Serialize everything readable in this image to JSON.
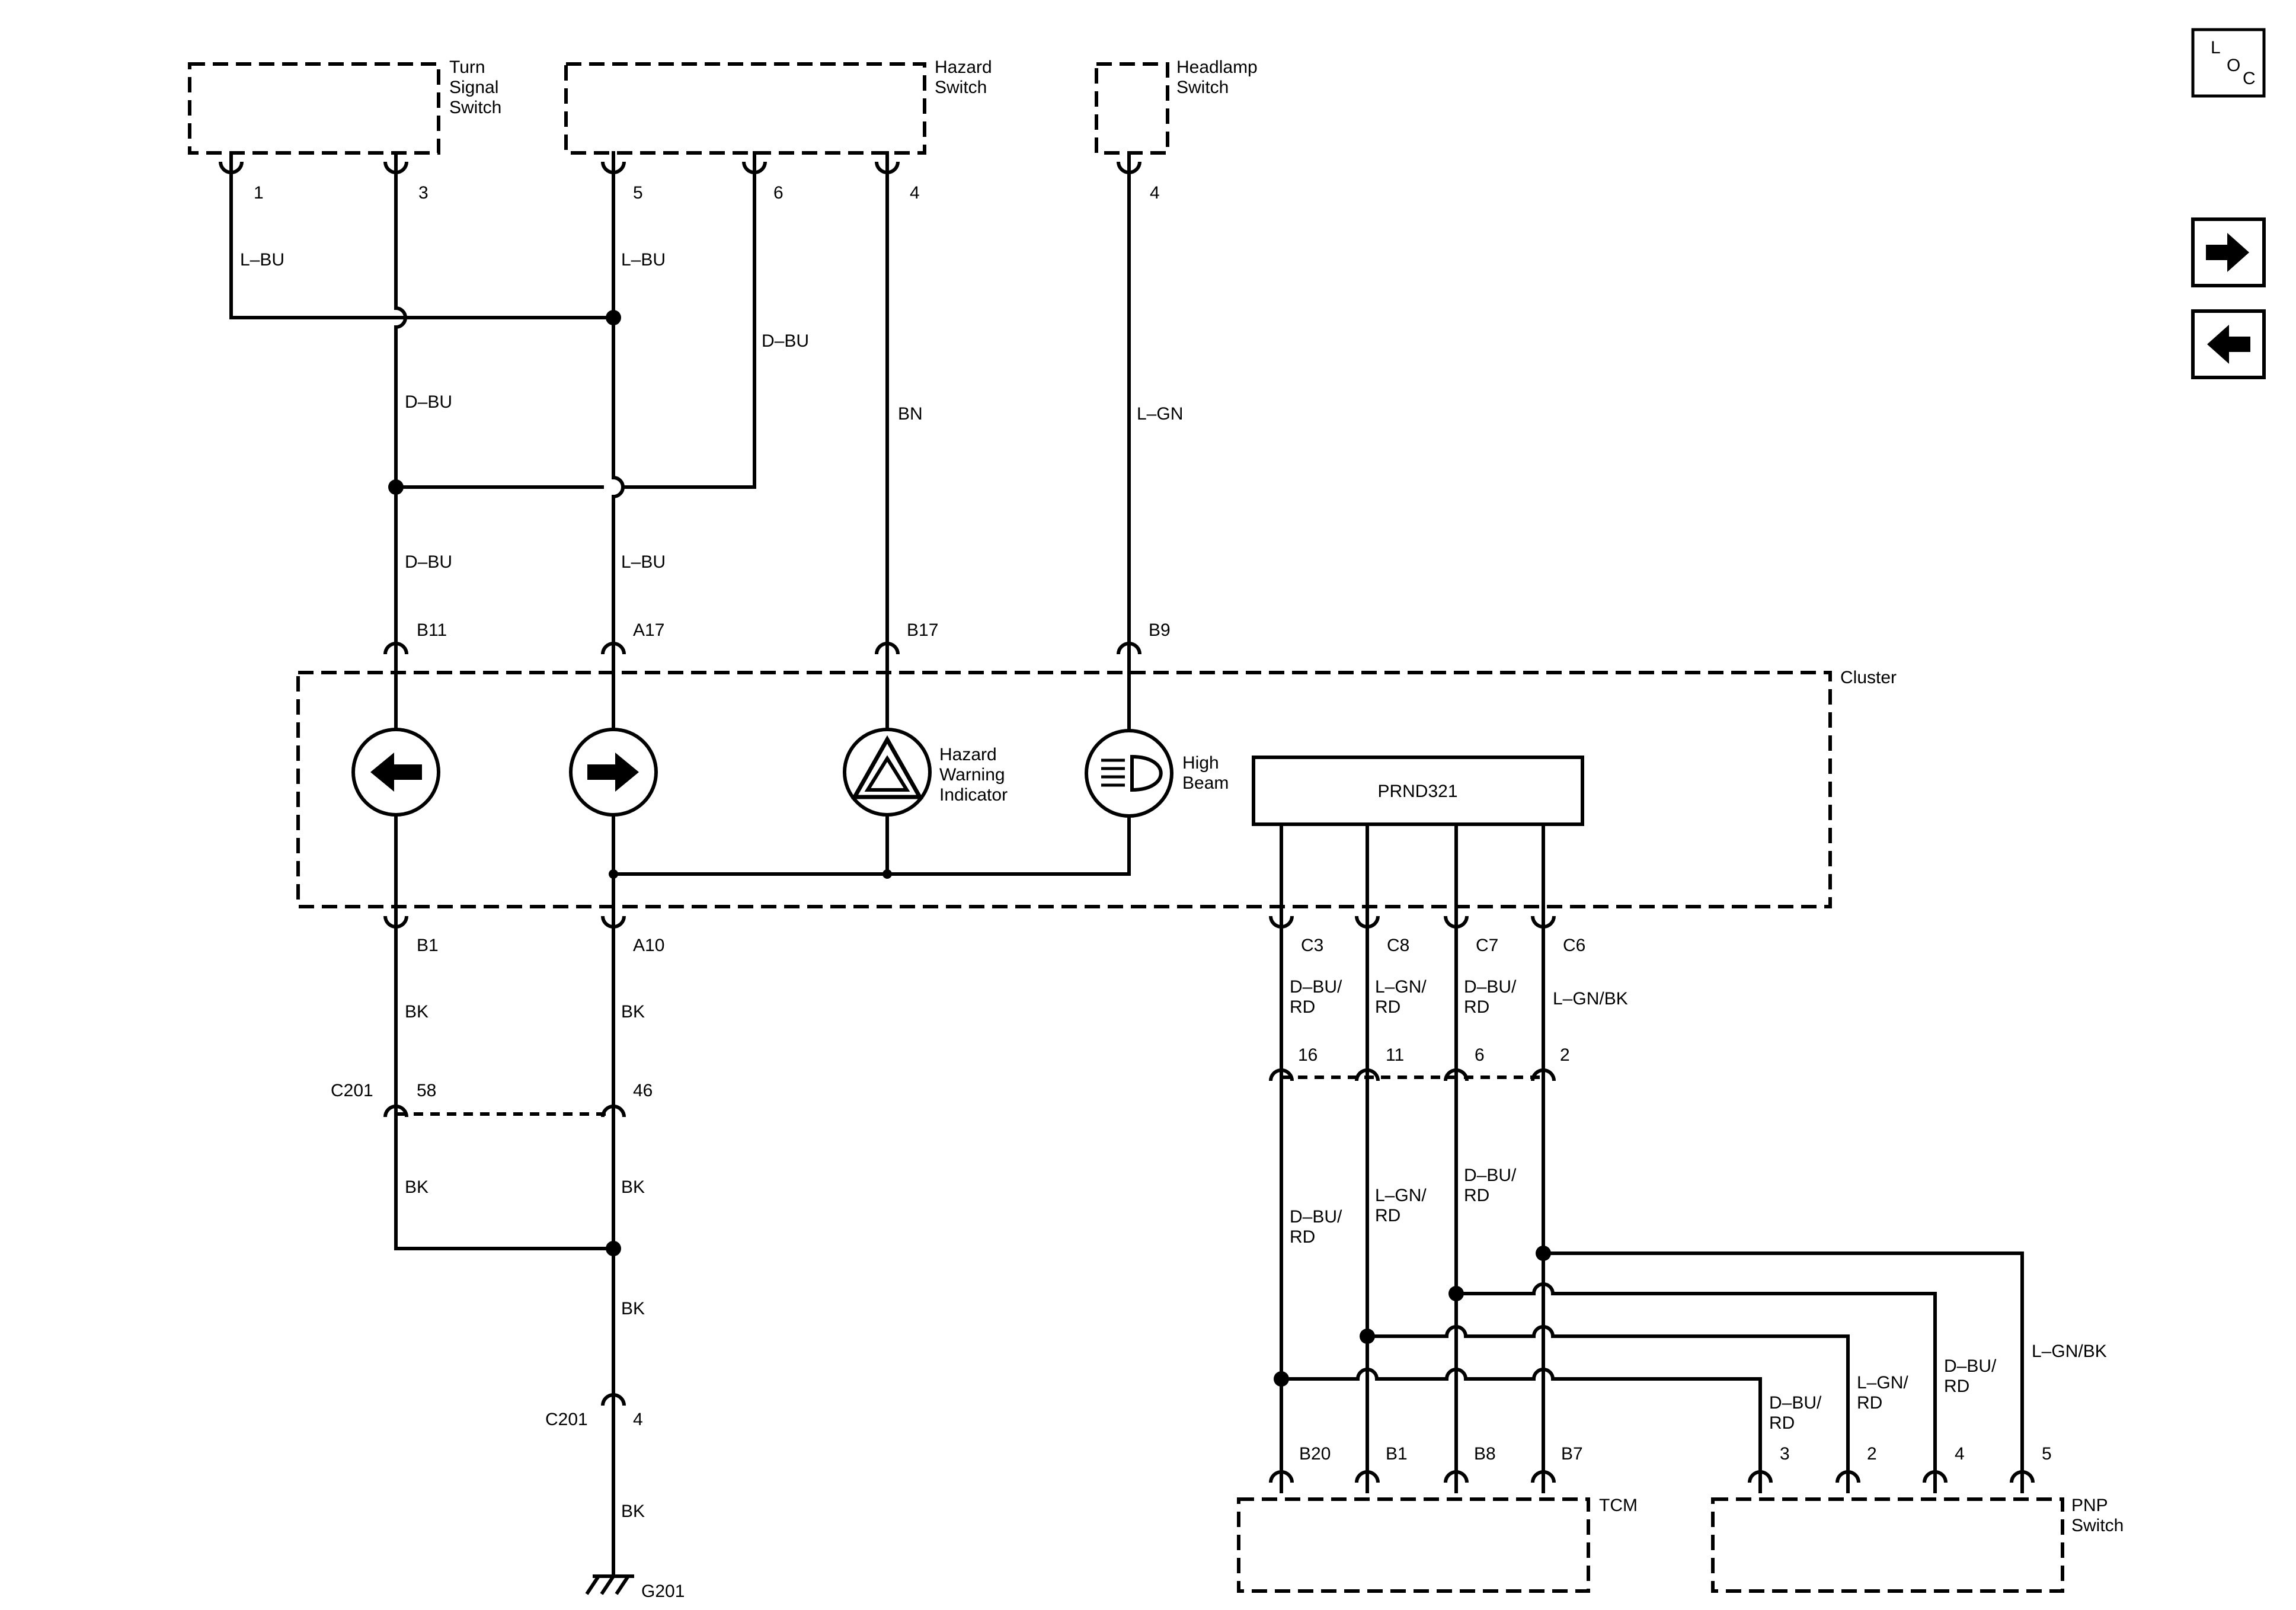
{
  "components": {
    "turn_signal_switch": [
      "Turn",
      "Signal",
      "Switch"
    ],
    "hazard_switch": [
      "Hazard",
      "Switch"
    ],
    "headlamp_switch": [
      "Headlamp",
      "Switch"
    ],
    "cluster": "Cluster",
    "hazard_warning_indicator": [
      "Hazard",
      "Warning",
      "Indicator"
    ],
    "high_beam": [
      "High",
      "Beam"
    ],
    "prnd321": "PRND321",
    "tcm": "TCM",
    "pnp_switch": [
      "PNP",
      "Switch"
    ],
    "ground": "G201"
  },
  "pins": {
    "ts1": "1",
    "ts3": "3",
    "hz5": "5",
    "hz6": "6",
    "hz4": "4",
    "hl4": "4",
    "b11": "B11",
    "a17": "A17",
    "b17": "B17",
    "b9": "B9",
    "b1": "B1",
    "a10": "A10",
    "c3": "C3",
    "c8": "C8",
    "c7": "C7",
    "c6": "C6",
    "p16": "16",
    "p11": "11",
    "p6": "6",
    "p2": "2",
    "c201_upper": "C201",
    "p58": "58",
    "p46": "46",
    "c201_lower": "C201",
    "p4_lower": "4",
    "tcm_b20": "B20",
    "tcm_b1": "B1",
    "tcm_b8": "B8",
    "tcm_b7": "B7",
    "pnp3": "3",
    "pnp2": "2",
    "pnp4": "4",
    "pnp5": "5"
  },
  "wires": {
    "lbu": "L–BU",
    "dbu": "D–BU",
    "bn": "BN",
    "lgn": "L–GN",
    "bk": "BK",
    "dbu_rd": [
      "D–BU/",
      "RD"
    ],
    "lgn_rd": [
      "L–GN/",
      "RD"
    ],
    "lgn_bk": "L–GN/BK"
  },
  "sidebar": {
    "loc_letters": [
      "L",
      "O",
      "C"
    ],
    "forward_icon": "arrow-right-icon",
    "back_icon": "arrow-left-icon"
  }
}
